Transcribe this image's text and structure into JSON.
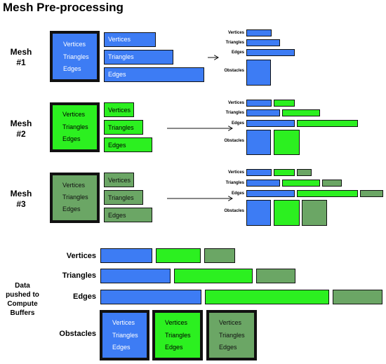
{
  "title": "Mesh Pre-processing",
  "meshes": [
    {
      "label": "Mesh\n#1",
      "color": "blue"
    },
    {
      "label": "Mesh\n#2",
      "color": "green"
    },
    {
      "label": "Mesh\n#3",
      "color": "olive"
    }
  ],
  "attributes": {
    "vertices": "Vertices",
    "triangles": "Triangles",
    "edges": "Edges",
    "obstacles": "Obstacles"
  },
  "data_label": "Data\npushed to\nCompute\nBuffers",
  "colors": {
    "mesh1": "#3d7cf4",
    "mesh2": "#2cf020",
    "mesh3": "#6ba665",
    "outline": "#111111"
  }
}
